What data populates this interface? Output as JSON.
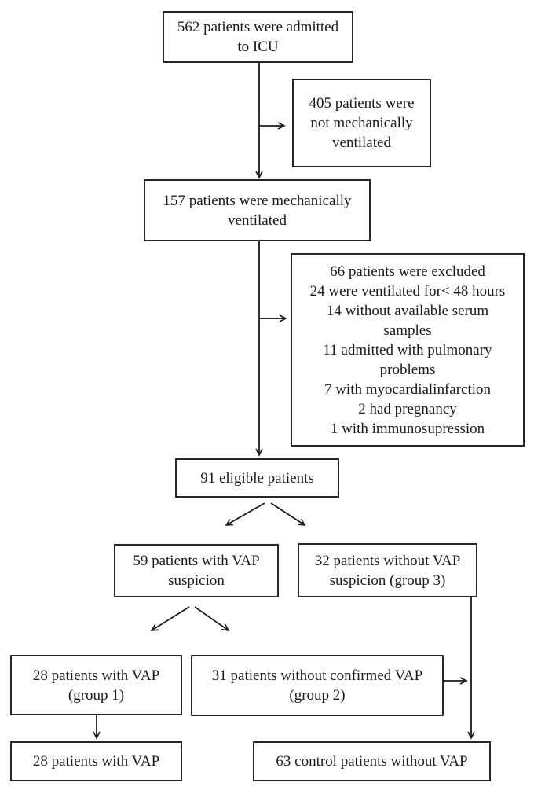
{
  "figure": {
    "kind": "patient-enrollment-flowchart",
    "colors": {
      "line": "#1a1a1a",
      "border": "#262626",
      "text": "#1a1a1a",
      "background": "#ffffff"
    }
  },
  "flowchart": {
    "nodes": {
      "admitted": {
        "text": "562 patients were admitted\nto ICU"
      },
      "notvent": {
        "text": "405 patients were\nnot mechanically\nventilated"
      },
      "ventilated": {
        "text": "157 patients were mechanically\nventilated"
      },
      "excluded": {
        "text": "66 patients were excluded\n24 were ventilated for< 48 hours\n14 without available serum\nsamples\n11 admitted with pulmonary\nproblems\n7 with myocardialinfarction\n2 had pregnancy\n1 with immunosupression"
      },
      "eligible": {
        "text": "91 eligible patients"
      },
      "suspicion": {
        "text": "59 patients with VAP\nsuspicion"
      },
      "nosuspicion": {
        "text": "32 patients without VAP\nsuspicion (group 3)"
      },
      "group1": {
        "text": "28 patients with VAP\n(group 1)"
      },
      "group2": {
        "text": "31 patients without confirmed VAP\n(group 2)"
      },
      "vapfinal": {
        "text": "28 patients with VAP"
      },
      "controlfinal": {
        "text": "63 control patients without VAP"
      }
    },
    "edges": [
      {
        "from": "admitted",
        "to": "ventilated"
      },
      {
        "from": "admitted",
        "to": "notvent"
      },
      {
        "from": "ventilated",
        "to": "eligible"
      },
      {
        "from": "ventilated",
        "to": "excluded"
      },
      {
        "from": "eligible",
        "to": "suspicion"
      },
      {
        "from": "eligible",
        "to": "nosuspicion"
      },
      {
        "from": "suspicion",
        "to": "group1"
      },
      {
        "from": "suspicion",
        "to": "group2"
      },
      {
        "from": "group1",
        "to": "vapfinal"
      },
      {
        "from": "group2",
        "to": "controlfinal"
      },
      {
        "from": "nosuspicion",
        "to": "controlfinal"
      }
    ]
  }
}
